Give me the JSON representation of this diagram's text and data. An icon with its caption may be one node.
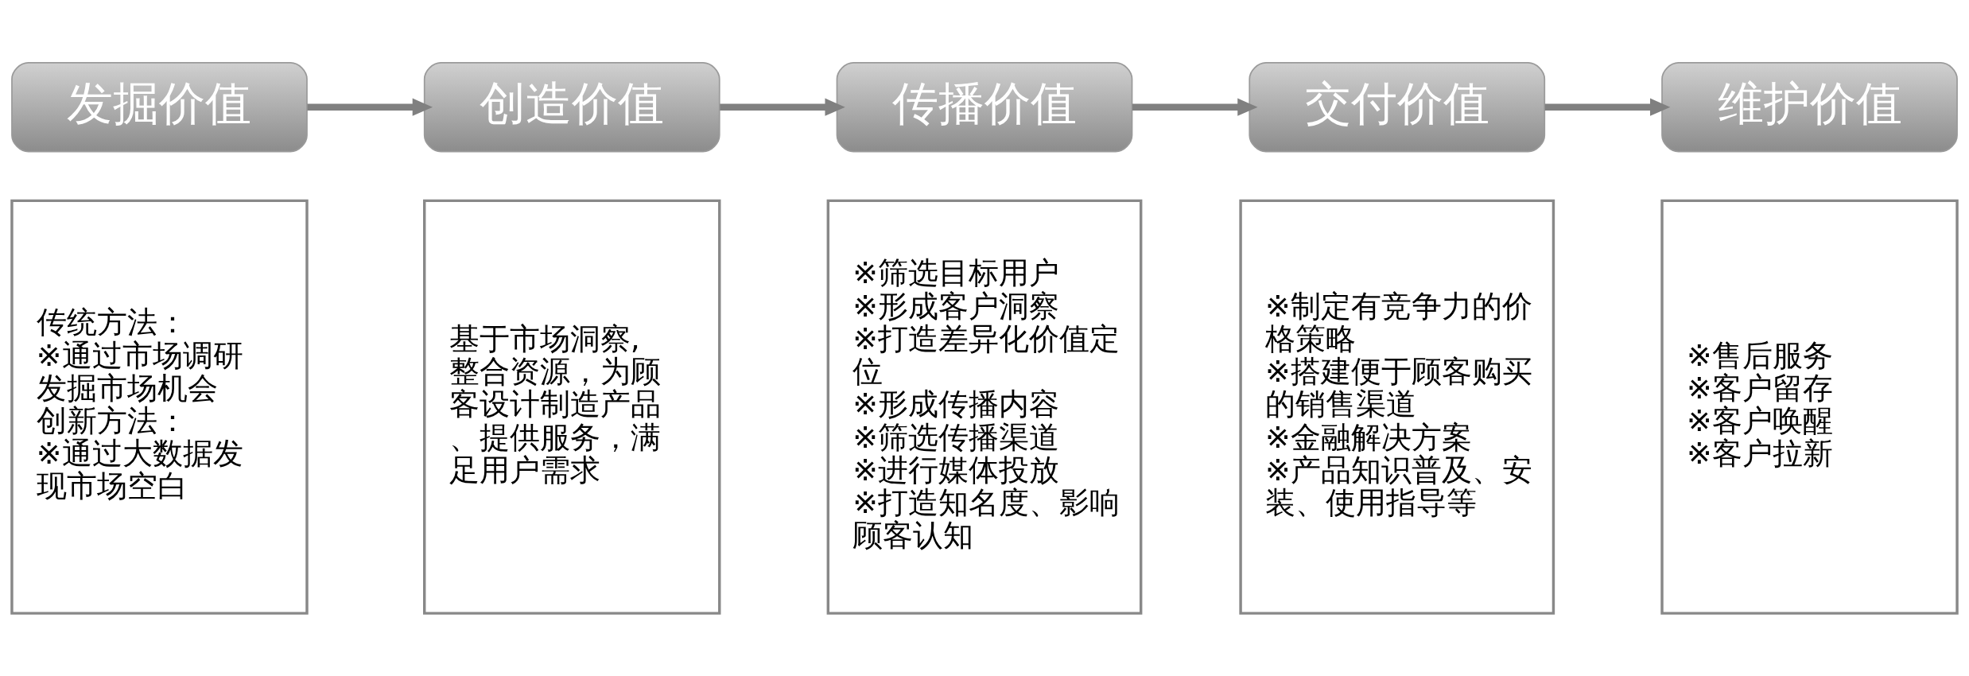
{
  "diagram": {
    "nodes": [
      {
        "text": [
          "发掘价值"
        ]
      },
      {
        "text": [
          "创造价值"
        ]
      },
      {
        "text": [
          "传播价值"
        ]
      },
      {
        "text": [
          "交付价值"
        ]
      },
      {
        "text": [
          "维护价值"
        ]
      },
      {
        "text": [
          "传统方法：",
          "※通过市场调研发掘市场机会",
          "创新方法：",
          "※通过大数据发现市场空白"
        ]
      },
      {
        "text": [
          "基于市场洞察,整合资源，为顾客设计制造产品、提供服务，满足用户需求"
        ]
      },
      {
        "text": [
          "※筛选目标用户",
          "※形成客户洞察",
          "※打造差异化价值定位",
          "※形成传播内容",
          "※筛选传播渠道",
          "※进行媒体投放",
          "※打造知名度、影响顾客认知"
        ]
      },
      {
        "text": [
          "※制定有竞争力的价格策略",
          "※搭建便于顾客购买的销售渠道",
          "※金融解决方案",
          "※产品知识普及、安装、使用指导等"
        ]
      },
      {
        "text": [
          "※售后服务",
          "※客户留存",
          "※客户唤醒",
          "※客户拉新"
        ]
      }
    ],
    "edges": [
      {
        "from": 0,
        "to": 1,
        "arrow": "to"
      },
      {
        "from": 1,
        "to": 2,
        "arrow": "to"
      },
      {
        "from": 2,
        "to": 3,
        "arrow": "to"
      },
      {
        "from": 3,
        "to": 4,
        "arrow": "to"
      }
    ]
  }
}
